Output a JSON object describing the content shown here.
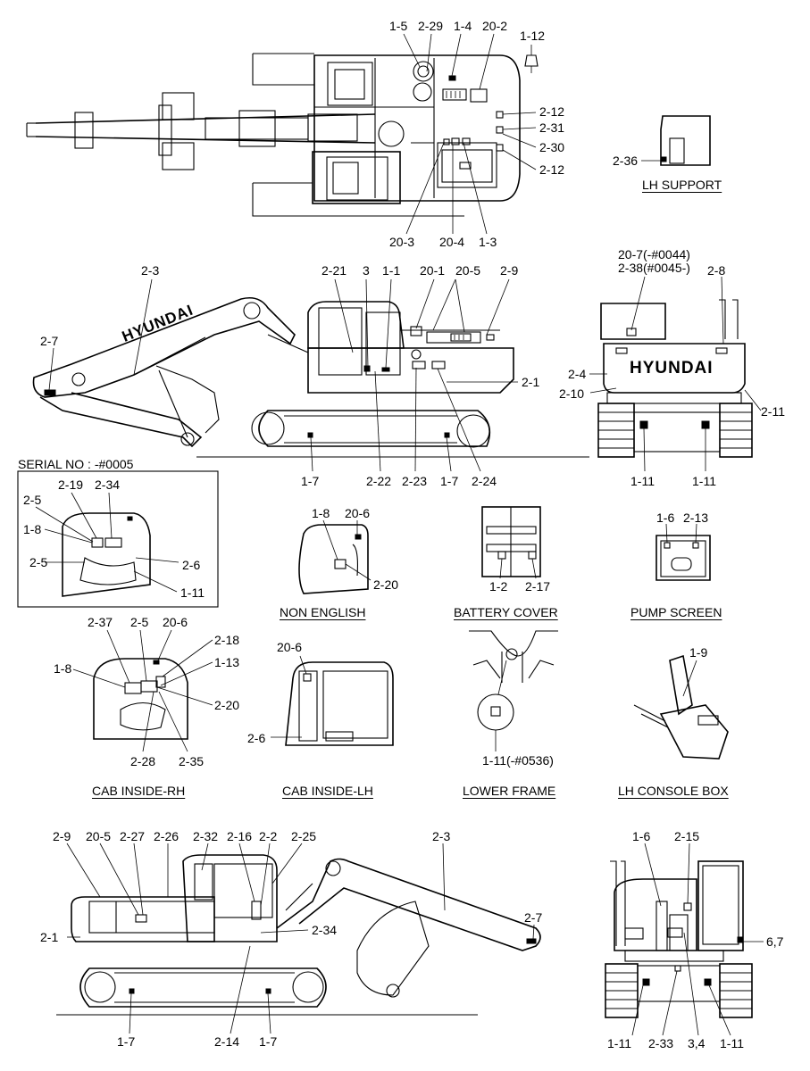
{
  "serial_no": "SERIAL NO : -#0005",
  "captions": {
    "lh_support": "LH SUPPORT",
    "non_english": "NON ENGLISH",
    "battery_cover": "BATTERY COVER",
    "pump_screen": "PUMP SCREEN",
    "cab_inside_rh": "CAB INSIDE-RH",
    "cab_inside_lh": "CAB INSIDE-LH",
    "lower_frame": "LOWER FRAME",
    "lh_console_box": "LH CONSOLE BOX"
  },
  "brand": {
    "boom_text": "HYUNDAI",
    "rear_text": "HYUNDAI"
  },
  "labels": {
    "top": [
      "1-5",
      "2-29",
      "1-4",
      "20-2",
      "1-12",
      "2-12",
      "2-31",
      "2-30",
      "2-12",
      "2-36",
      "20-3",
      "20-4",
      "1-3"
    ],
    "side_lh": [
      "2-3",
      "2-21",
      "3",
      "1-1",
      "20-1",
      "20-5",
      "2-9",
      "2-7",
      "2-1",
      "1-7",
      "2-22",
      "2-23",
      "1-7",
      "2-24"
    ],
    "rear": [
      "20-7(-#0044)",
      "2-38(#0045-)",
      "2-8",
      "2-4",
      "2-10",
      "2-11",
      "1-11",
      "1-11"
    ],
    "serial_box": [
      "2-19",
      "2-34",
      "2-5",
      "1-8",
      "2-5",
      "2-6",
      "1-11"
    ],
    "non_english": [
      "1-8",
      "20-6",
      "2-20"
    ],
    "battery_cover": [
      "1-2",
      "2-17"
    ],
    "pump_screen": [
      "1-6",
      "2-13"
    ],
    "cab_rh": [
      "2-37",
      "2-5",
      "20-6",
      "2-18",
      "1-8",
      "1-13",
      "2-20",
      "2-28",
      "2-35"
    ],
    "cab_lh": [
      "20-6",
      "2-6"
    ],
    "lower_frame": [
      "1-11(-#0536)"
    ],
    "console": [
      "1-9"
    ],
    "side_rh": [
      "2-9",
      "20-5",
      "2-27",
      "2-26",
      "2-32",
      "2-16",
      "2-2",
      "2-25",
      "2-3",
      "2-7",
      "2-1",
      "2-34",
      "1-7",
      "2-14",
      "1-7"
    ],
    "front": [
      "1-6",
      "2-15",
      "6,7",
      "1-11",
      "2-33",
      "3,4",
      "1-11"
    ]
  }
}
